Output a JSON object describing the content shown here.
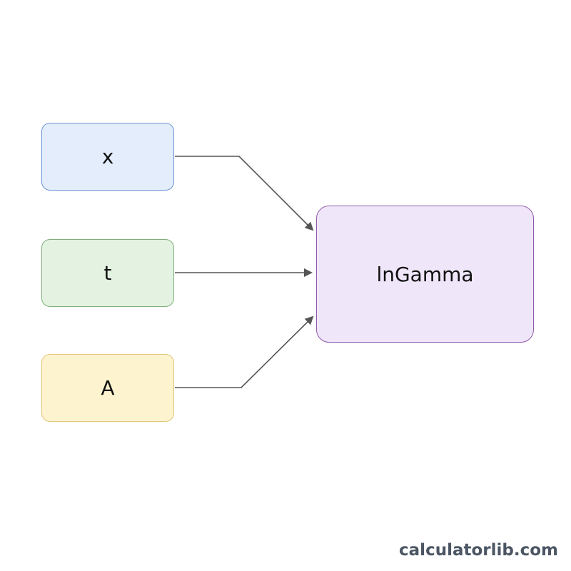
{
  "diagram": {
    "inputs": [
      {
        "label": "x",
        "fill": "#e3edfb",
        "stroke": "#6d96d4"
      },
      {
        "label": "t",
        "fill": "#e4f2e1",
        "stroke": "#7fb07a"
      },
      {
        "label": "A",
        "fill": "#fdf3cf",
        "stroke": "#e4c778"
      }
    ],
    "output": {
      "label": "lnGamma",
      "fill": "#f0e6fa",
      "stroke": "#8e5aa9"
    },
    "edges": [
      {
        "from": "x",
        "to": "lnGamma"
      },
      {
        "from": "t",
        "to": "lnGamma"
      },
      {
        "from": "A",
        "to": "lnGamma"
      }
    ],
    "arrow_color": "#555555"
  },
  "watermark": {
    "text": "calculatorlib.com"
  }
}
